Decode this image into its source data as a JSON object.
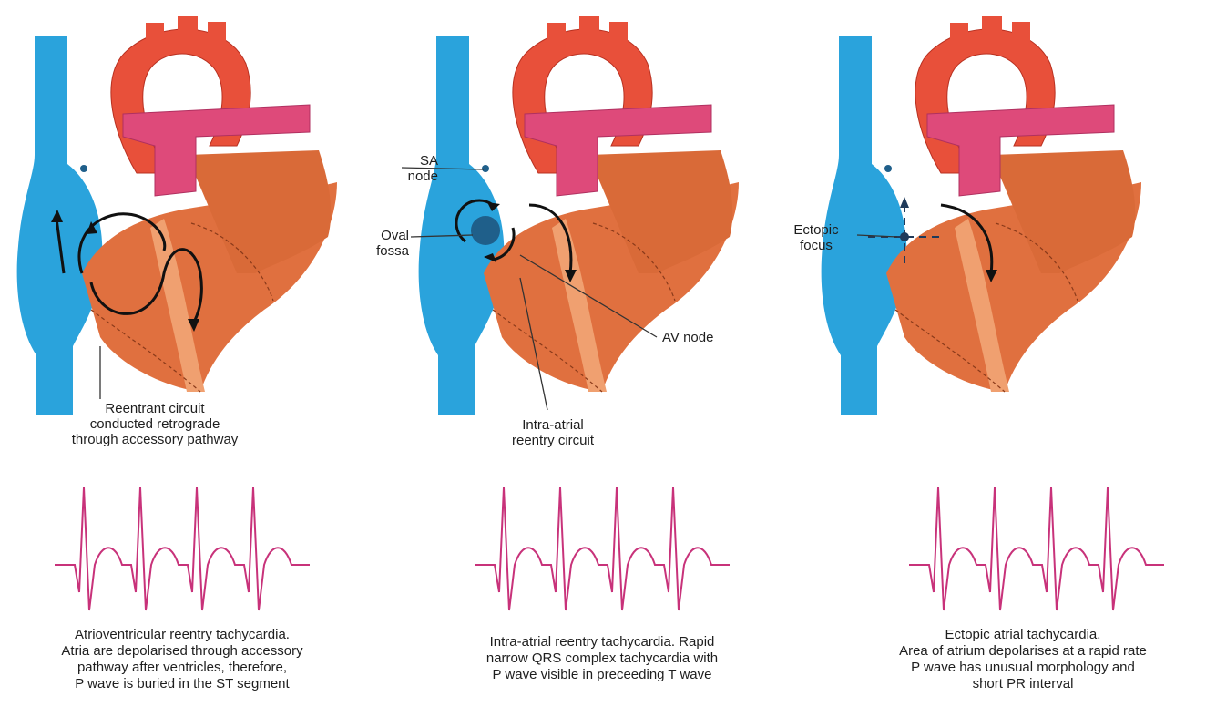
{
  "panels": [
    {
      "heart_labels": {
        "reentrant": "Reentrant circuit\nconducted retrograde\nthrough accessory pathway"
      },
      "caption": "Atrioventricular reentry tachycardia.\nAtria are depolarised through accessory\npathway after ventricles, therefore,\nP wave is buried in the ST segment"
    },
    {
      "heart_labels": {
        "sa_node": "SA\nnode",
        "oval_fossa": "Oval\nfossa",
        "av_node": "AV node",
        "intra_atrial": "Intra-atrial\nreentry circuit"
      },
      "caption": "Intra-atrial reentry tachycardia. Rapid\nnarrow QRS complex tachycardia with\nP wave visible in preceeding T wave"
    },
    {
      "heart_labels": {
        "ectopic": "Ectopic\nfocus"
      },
      "caption": "Ectopic atrial tachycardia.\nArea of atrium depolarises at a rapid rate\nP wave has unusual morphology and\nshort PR interval"
    }
  ],
  "colors": {
    "vena_cava": "#2aa3dc",
    "aorta": "#e8503a",
    "pulmonary": "#de4a7a",
    "heart": "#e0703f",
    "heart_light": "#f0a070",
    "ecg": "#c8327a"
  }
}
